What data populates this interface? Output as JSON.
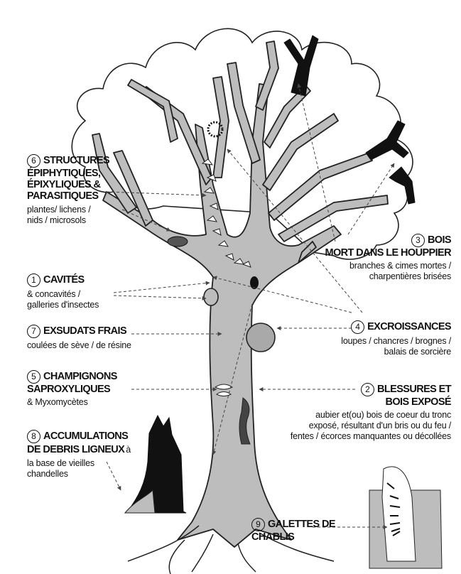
{
  "labels": {
    "l6": {
      "num": "6",
      "title": "STRUCTURES",
      "title2": "ÉPIPHYTIQUES,",
      "title3": "ÉPIXYLIQUES &",
      "title4": "PARASITIQUES",
      "desc": "plantes/ lichens /",
      "desc2": "nids / microsols"
    },
    "l3": {
      "num": "3",
      "title": "BOIS",
      "title2": "MORT DANS LE HOUPPIER",
      "desc": "branches & cimes mortes /",
      "desc2": "charpentières brisées"
    },
    "l1": {
      "num": "1",
      "title": "CAVITÉS",
      "desc": "& concavités /",
      "desc2": "galleries d'insectes"
    },
    "l7": {
      "num": "7",
      "title": "EXSUDATS FRAIS",
      "desc": "coulées de sève / de résine"
    },
    "l4": {
      "num": "4",
      "title": "EXCROISSANCES",
      "desc": "loupes / chancres / brognes /",
      "desc2": "balais de sorcière"
    },
    "l5": {
      "num": "5",
      "title": "CHAMPIGNONS",
      "title2": "SAPROXYLIQUES",
      "desc": "& Myxomycètes"
    },
    "l2": {
      "num": "2",
      "title": "BLESSURES ET",
      "title2": "BOIS EXPOSÉ",
      "desc": "aubier et(ou) bois de coeur du tronc",
      "desc2": "exposé, résultant d'un bris ou du feu /",
      "desc3": "fentes  / écorces manquantes ou décollées"
    },
    "l8": {
      "num": "8",
      "title": "ACCUMULATIONS",
      "title2": "DE DEBRIS LIGNEUX",
      "title2b": "à",
      "desc": "la base de vieilles",
      "desc2": "chandelles"
    },
    "l9": {
      "num": "9",
      "title": "GALETTES DE",
      "title2": "CHABLIS"
    }
  },
  "colors": {
    "trunk": "#bdbdbd",
    "ink": "#111111",
    "dark": "#1a1a1a",
    "crown": "#ffffff"
  }
}
